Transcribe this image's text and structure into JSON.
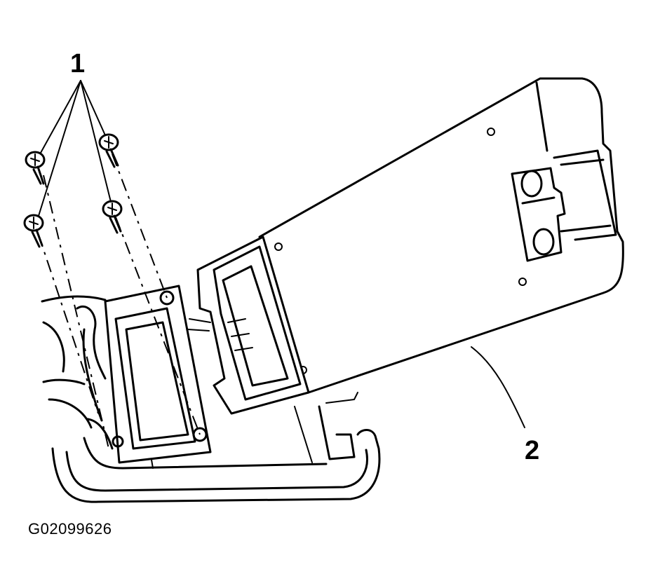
{
  "callouts": {
    "screws": "1",
    "lid": "2"
  },
  "figure_id": "G02099626"
}
